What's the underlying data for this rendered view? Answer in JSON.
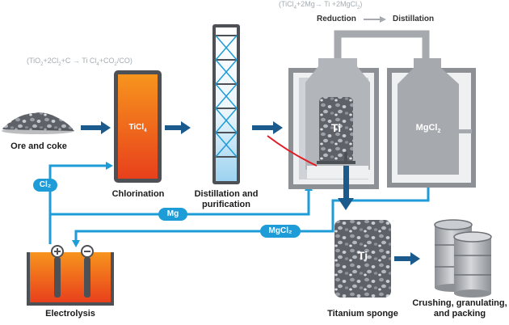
{
  "formulas": {
    "reduction": {
      "pre": "(TiCl",
      "s1": "4",
      "mid": "+2Mg→ Ti +2MgCl",
      "s2": "2",
      "post": ")"
    },
    "chlorination": {
      "pre": "(TiO",
      "s1": "2",
      "mid": "+2Cl",
      "s2": "2",
      "mid2": "+C → Ti Cl",
      "s3": "4",
      "mid3": "+CO",
      "s4": "2",
      "post": "/CO)"
    }
  },
  "stages": {
    "reduction": "Reduction",
    "distillation": "Distillation"
  },
  "labels": {
    "ore": "Ore and coke",
    "chlorination": "Chlorination",
    "distill_purify_1": "Distillation and",
    "distill_purify_2": "purification",
    "electrolysis": "Electrolysis",
    "sponge": "Titanium sponge",
    "final_1": "Crushing, granulating,",
    "final_2": "and packing"
  },
  "tags": {
    "ticl": "TiCl",
    "ticl_sub": "4",
    "ti_reactor": "Ti",
    "mgcl": "MgCl",
    "mgcl_sub": "2",
    "ti_sponge": "Ti"
  },
  "pills": {
    "cl": "Cl₂",
    "mg": "Mg",
    "mgcl": "MgCl₂"
  },
  "colors": {
    "blue": "#1e9cd7",
    "navy": "#1a5a8c",
    "orange": "#f36f24",
    "gray": "#a6a9ad",
    "dark_gray": "#4d5055"
  }
}
